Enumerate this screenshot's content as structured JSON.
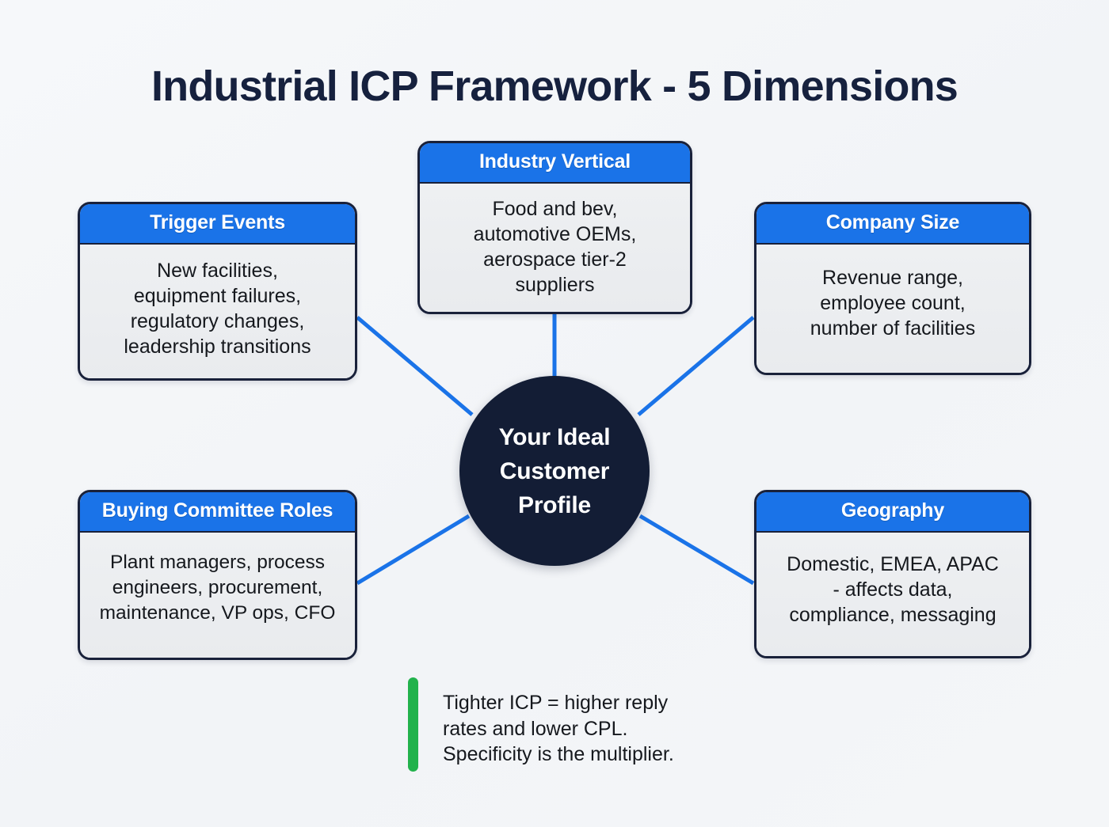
{
  "page": {
    "title": "Industrial ICP Framework - 5 Dimensions",
    "background_color": "#f4f6f8"
  },
  "colors": {
    "header_blue": "#1a73e8",
    "border_navy": "#19213a",
    "hub_navy": "#131d35",
    "card_body_gray": "#eceef1",
    "connector_blue": "#1a73e8",
    "accent_green": "#22b24c",
    "title_navy": "#16213e"
  },
  "hub": {
    "label": "Your Ideal\nCustomer\nProfile"
  },
  "cards": [
    {
      "id": "industry-vertical",
      "header": "Industry Vertical",
      "body": "Food and bev,\nautomotive OEMs,\naerospace tier-2\nsuppliers"
    },
    {
      "id": "trigger-events",
      "header": "Trigger Events",
      "body": "New facilities,\nequipment failures,\nregulatory changes,\nleadership transitions"
    },
    {
      "id": "company-size",
      "header": "Company Size",
      "body": "Revenue range,\nemployee count,\nnumber of facilities"
    },
    {
      "id": "buying-committee-roles",
      "header": "Buying Committee Roles",
      "body": "Plant managers, process\nengineers, procurement,\nmaintenance, VP ops, CFO"
    },
    {
      "id": "geography",
      "header": "Geography",
      "body": "Domestic, EMEA, APAC\n- affects data,\ncompliance, messaging"
    }
  ],
  "footer": {
    "note": "Tighter ICP = higher reply\nrates and lower CPL.\nSpecificity is the multiplier."
  }
}
